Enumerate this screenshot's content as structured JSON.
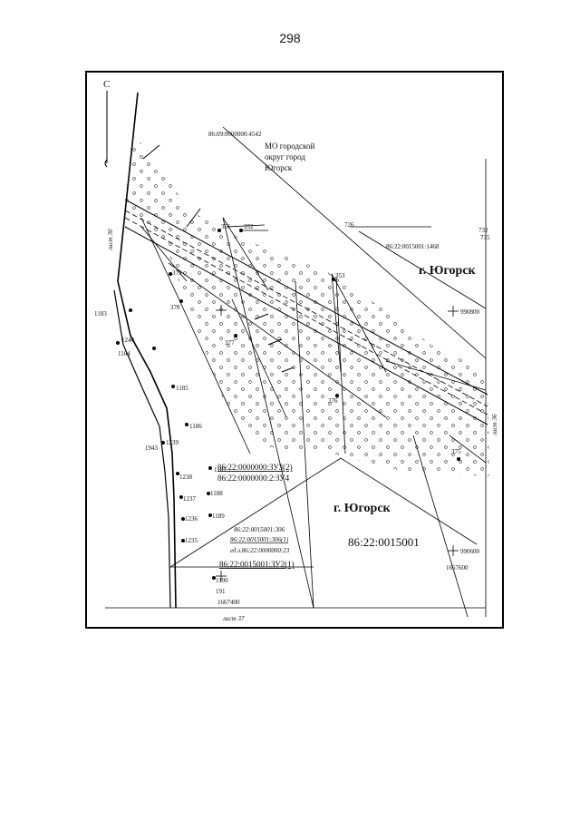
{
  "page_number": "298",
  "north_label": "С",
  "sheet_labels": {
    "left": "лист 30",
    "right": "лист 36",
    "bottom": "лист 37"
  },
  "parcels": {
    "district": "86:09:0000000:4542",
    "mo_name": [
      "МО городской",
      "округ город",
      "Югорск"
    ],
    "parcel_1468": "86:22:0015001:1468",
    "city_upper": "г. Югорск",
    "city_lower": "г. Югорск",
    "zu3": "86:22:0000000:ЗУ3(2)",
    "zu4": "86:22:0000000:2:ЗУ4",
    "p306": "86:22:0015001:306",
    "p306_1": "86:22:0015001:306(1)",
    "ez23": "ед.з.86:22:0000000:23",
    "zu2": "86:22:0015001:ЗУ2(1)",
    "quarter": "86:22:0015001"
  },
  "grid_marks": {
    "y_990800": "990800",
    "y_990600": "990600",
    "x_1667600": "1667600",
    "x_1667400": "1667400"
  },
  "point_labels": [
    "351",
    "352",
    "726",
    "732",
    "735",
    "353",
    "379",
    "378",
    "377",
    "376",
    "375",
    "1183",
    "1240",
    "1184",
    "1185",
    "1186",
    "1239",
    "1943",
    "1187",
    "1238",
    "1237",
    "1188",
    "1189",
    "1236",
    "1235",
    "1190",
    "191"
  ]
}
